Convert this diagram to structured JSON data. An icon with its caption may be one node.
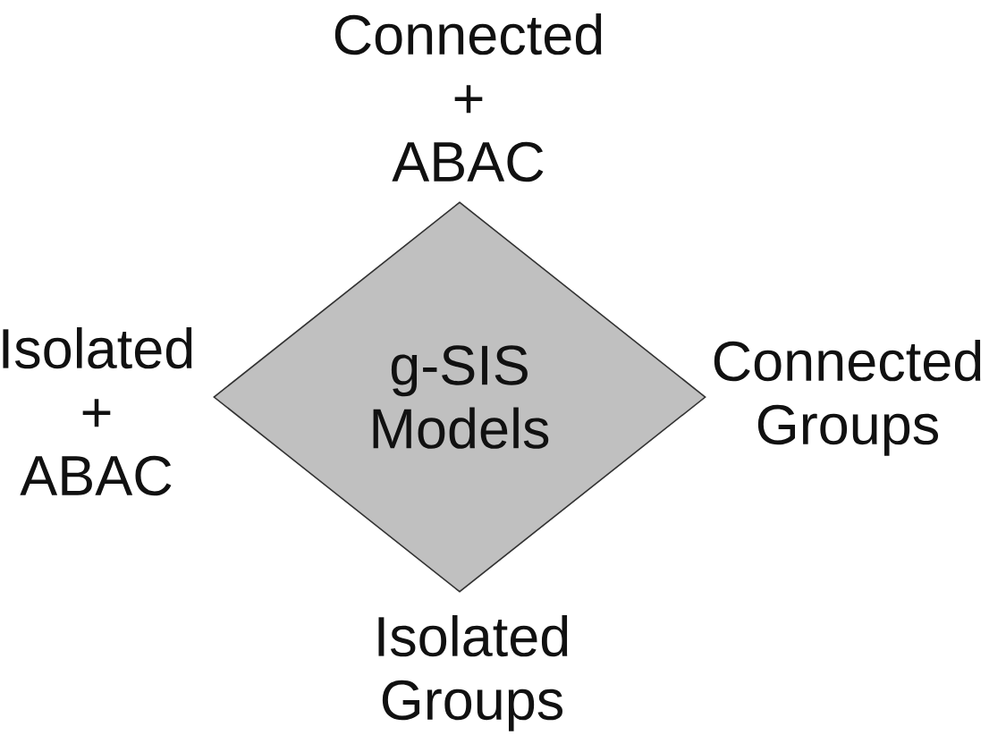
{
  "diagram": {
    "nodes": [
      {
        "text": [
          "g-SIS Models"
        ]
      }
    ],
    "labels": [
      "Connected + ABAC",
      "Isolated + ABAC",
      "Connected Groups",
      "Isolated Groups"
    ]
  }
}
